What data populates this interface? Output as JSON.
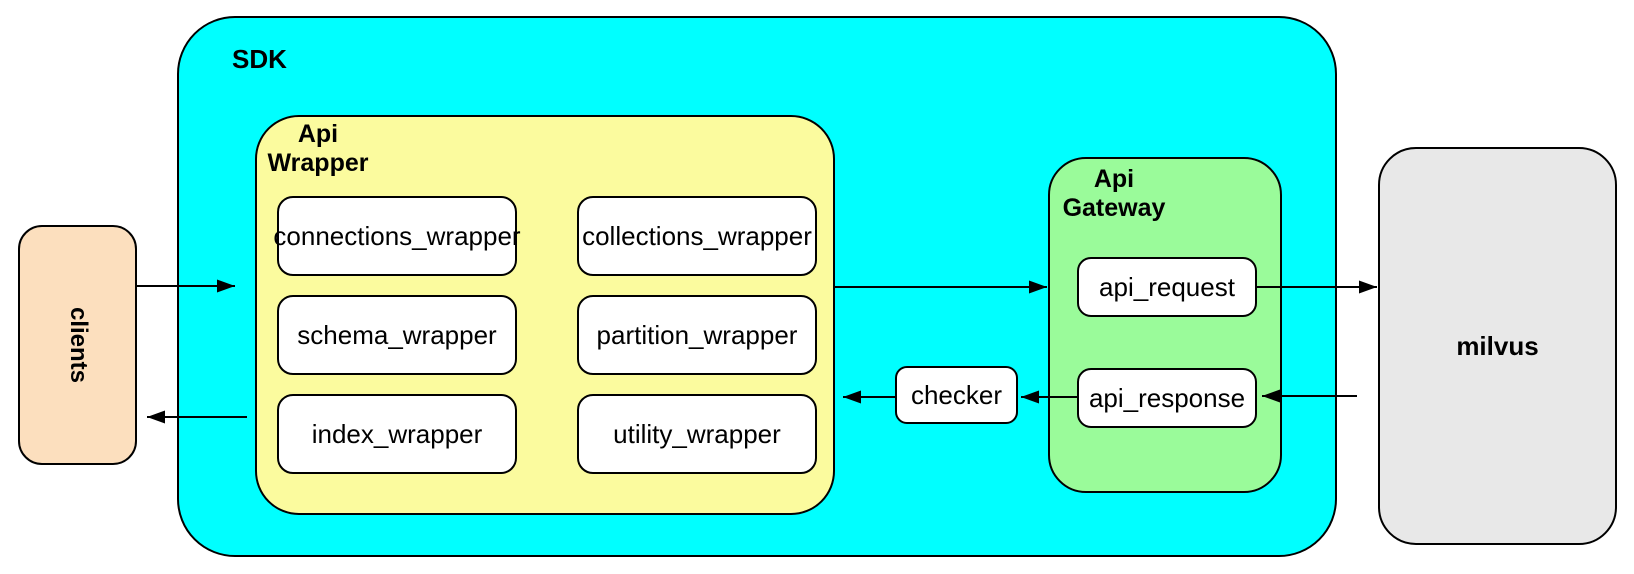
{
  "palette": {
    "cyan": "#00ffff",
    "yellow": "#fbfb9e",
    "green": "#9afb9a",
    "peach": "#fcdfbe",
    "gray": "#e8e8e8",
    "white": "#ffffff",
    "line": "#000000",
    "background": "#ffffff"
  },
  "nodes": {
    "clients": "clients",
    "sdk": "SDK",
    "api_wrapper": {
      "line1": "Api",
      "line2": "Wrapper"
    },
    "wrapper_modules": [
      "connections_wrapper",
      "collections_wrapper",
      "schema_wrapper",
      "partition_wrapper",
      "index_wrapper",
      "utility_wrapper"
    ],
    "checker": "checker",
    "api_gateway": {
      "line1": "Api",
      "line2": "Gateway"
    },
    "gateway_modules": {
      "request": "api_request",
      "response": "api_response"
    },
    "milvus": "milvus"
  }
}
